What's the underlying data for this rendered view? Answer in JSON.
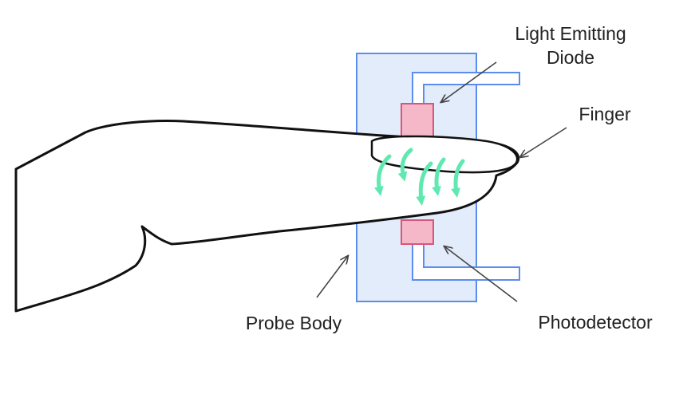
{
  "labels": {
    "led_line1": "Light Emitting",
    "led_line2": "Diode",
    "finger": "Finger",
    "probe_body": "Probe Body",
    "photodetector": "Photodetector"
  },
  "colors": {
    "probe_fill": "#e3ecfb",
    "probe_stroke": "#5b8def",
    "component_fill": "#f4b8c8",
    "component_stroke": "#d9557a",
    "light_arrows": "#5fe8b0",
    "outline": "#111111",
    "pointer": "#444444"
  },
  "icons": {
    "light_rays": "down-arrow-icon"
  }
}
